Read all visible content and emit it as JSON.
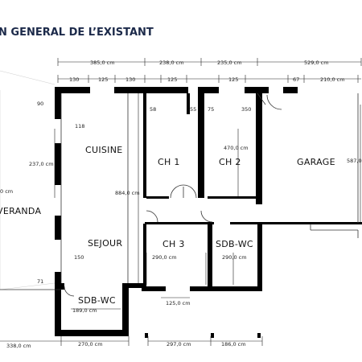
{
  "title": "N GENERAL DE L’EXISTANT",
  "rooms": {
    "cuisine": "CUISINE",
    "ch1": "CH  1",
    "ch2": "CH  2",
    "garage": "GARAGE",
    "veranda": "VERANDA",
    "sejour": "SEJOUR",
    "ch3": "CH  3",
    "sdb_wc_right": "SDB-WC",
    "sdb_wc_left": "SDB-WC"
  },
  "dimensions": {
    "top_385": "385,0 cm",
    "top_238": "238,0 cm",
    "top_235": "235,0 cm",
    "top_529": "529,0 cm",
    "seg_130a": "130",
    "seg_125a": "125",
    "seg_130b": "130",
    "seg_125b": "125",
    "seg_125c": "125",
    "seg_67": "67",
    "seg_210": "210,0 cm",
    "d_90": "90",
    "d_118": "118",
    "d_58": "58",
    "d_55": "55",
    "d_75": "75",
    "d_350": "350",
    "d_237": "237,0 cm",
    "d_470": "470,0 cm",
    "d_587": "587,0",
    "d_884": "884,0 cm",
    "d_veranda": "0 cm",
    "d_150": "150",
    "d_71": "71",
    "d_290a": "290,0 cm",
    "d_290b": "290,0 cm",
    "d_189": "189,0 cm",
    "d_125_bottom": "125,0 cm",
    "bot_338": "338,0 cm",
    "bot_270": "270,0 cm",
    "bot_297": "297,0 cm",
    "bot_186": "186,0 cm"
  }
}
